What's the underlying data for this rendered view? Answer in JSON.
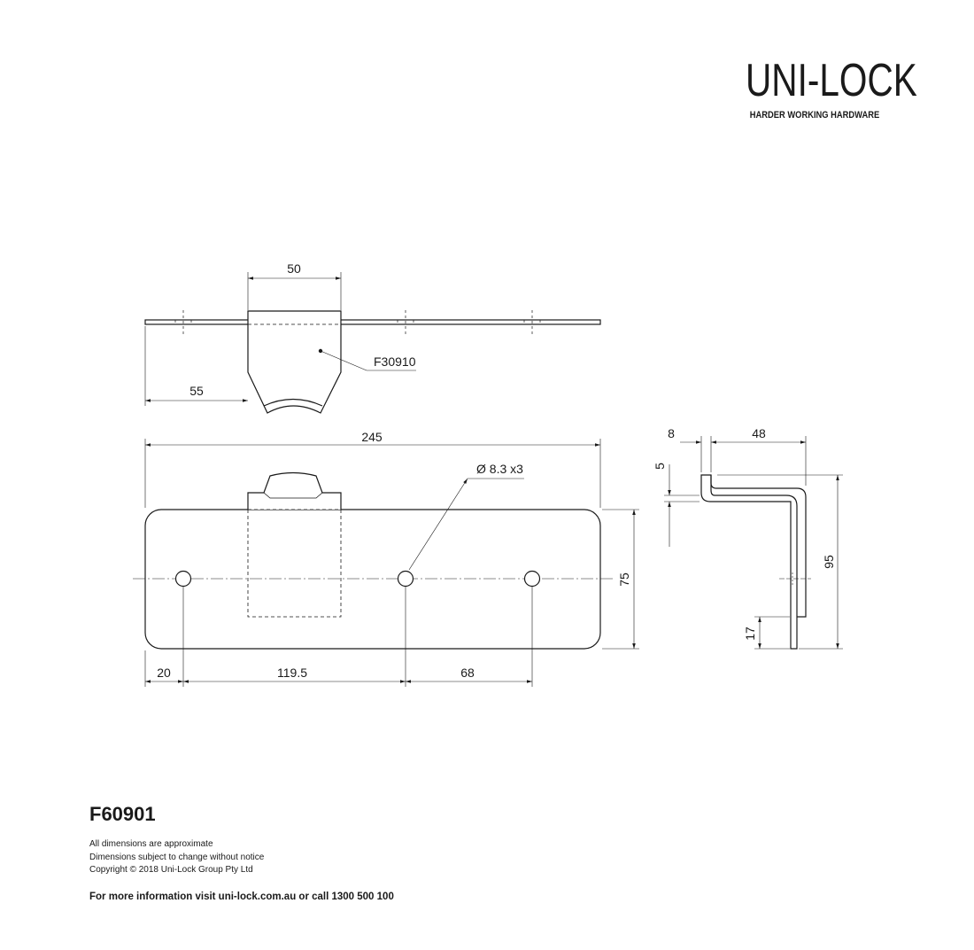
{
  "brand": {
    "name": "UNI-LOCK",
    "tagline": "HARDER WORKING HARDWARE"
  },
  "drawing": {
    "top_view": {
      "dim_width": "50",
      "dim_offset": "55",
      "callout": "F30910"
    },
    "front_view": {
      "dim_length": "245",
      "dim_height": "75",
      "hole_callout": "Ø 8.3 x3",
      "dim_hole1": "20",
      "dim_hole2": "119.5",
      "dim_hole3": "68"
    },
    "side_view": {
      "dim_thickness": "8",
      "dim_depth": "48",
      "dim_lip": "5",
      "dim_height": "95",
      "dim_bottom": "17"
    }
  },
  "footer": {
    "part_number": "F60901",
    "notes": [
      "All dimensions are approximate",
      "Dimensions subject to change without notice",
      "Copyright © 2018 Uni-Lock Group Pty Ltd"
    ],
    "info": "For more information visit uni-lock.com.au or call 1300 500 100"
  }
}
